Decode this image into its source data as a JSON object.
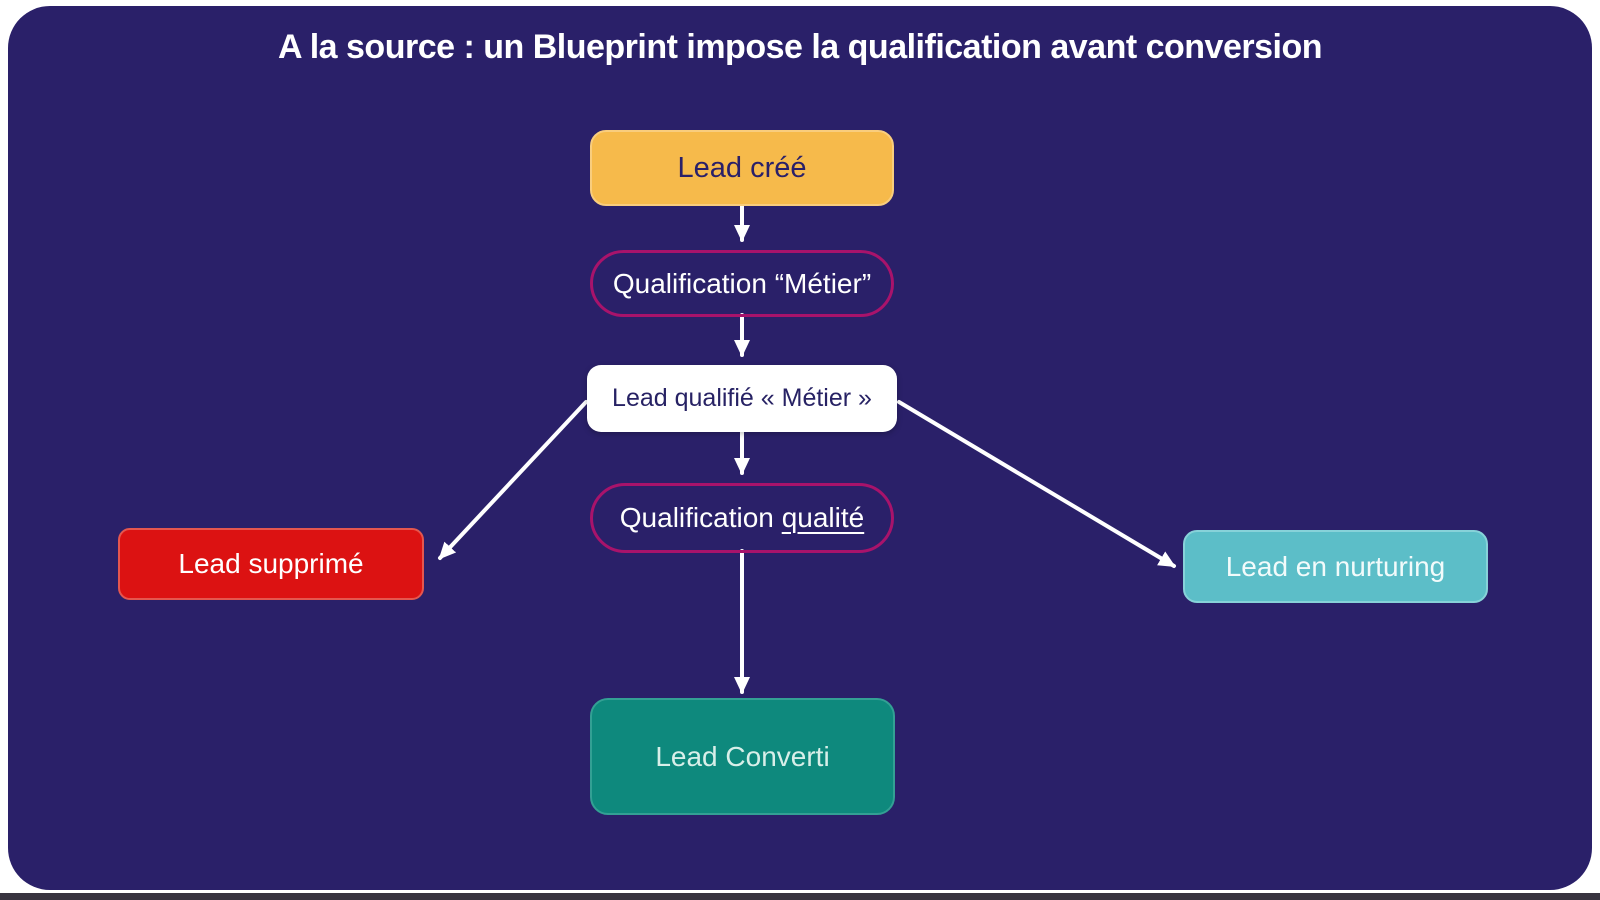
{
  "slide": {
    "title": "A la source : un Blueprint impose la qualification avant conversion",
    "background_color": "#2a2069",
    "page_background": "#ffffff",
    "bottom_strip_color": "#38343f"
  },
  "nodes": {
    "lead_cree": {
      "label": "Lead créé",
      "fill": "#f6ba4b",
      "text_color": "#2a2069"
    },
    "qualification_metier": {
      "label": "Qualification “Métier”",
      "border_color": "#a8136b",
      "text_color": "#ffffff"
    },
    "lead_qualifie_metier": {
      "label": "Lead qualifié « Métier »",
      "fill": "#ffffff",
      "text_color": "#272264"
    },
    "qualification_qualite": {
      "label_prefix": "Qualification",
      "label_underlined": "qualité",
      "border_color": "#a8136b",
      "text_color": "#ffffff"
    },
    "lead_supprime": {
      "label": "Lead supprimé",
      "fill": "#dc1212",
      "text_color": "#ffffff"
    },
    "lead_en_nurturing": {
      "label": "Lead en nurturing",
      "fill": "#5cbec8",
      "text_color": "#f2fbfb"
    },
    "lead_converti": {
      "label": "Lead Converti",
      "fill": "#0e897d",
      "text_color": "#d8efe9"
    }
  },
  "arrows": {
    "color": "#ffffff"
  }
}
